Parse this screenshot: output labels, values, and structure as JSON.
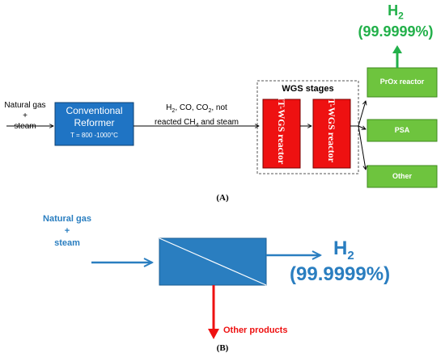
{
  "panel_a": {
    "caption": "(A)",
    "input_label_line1": "Natural gas",
    "input_label_line2": "+",
    "input_label_line3": "steam",
    "reformer_title_line1": "Conventional",
    "reformer_title_line2": "Reformer",
    "reformer_temp": "T = 800 -1000°C",
    "stream_line1_prefix": "H",
    "stream_line1_sub": "2",
    "stream_line1_mid": ", CO, CO",
    "stream_line1_sub2": "2",
    "stream_line1_suffix": ", not",
    "stream_line2_prefix": "reacted CH",
    "stream_line2_sub": "4",
    "stream_line2_suffix": " and steam",
    "wgs_title": "WGS stages",
    "ht_wgs": "HT-WGS reactor",
    "lt_wgs": "LT-WGS reactor",
    "prox": "PrOx reactor",
    "psa": "PSA",
    "other": "Other",
    "product_h": "H",
    "product_sub": "2",
    "product_purity": "(99.9999%)",
    "colors": {
      "blue_box": "#1f74c4",
      "red_box": "#ee1111",
      "green_box": "#6ec43e",
      "green_text": "#22b04a"
    }
  },
  "panel_b": {
    "caption": "(B)",
    "input_line1": "Natural gas",
    "input_line2": "+",
    "input_line3": "steam",
    "product_h": "H",
    "product_sub": "2",
    "product_purity": "(99.9999%)",
    "byproduct": "Other products",
    "colors": {
      "blue": "#2a7ec0",
      "red": "#ee1111"
    }
  }
}
